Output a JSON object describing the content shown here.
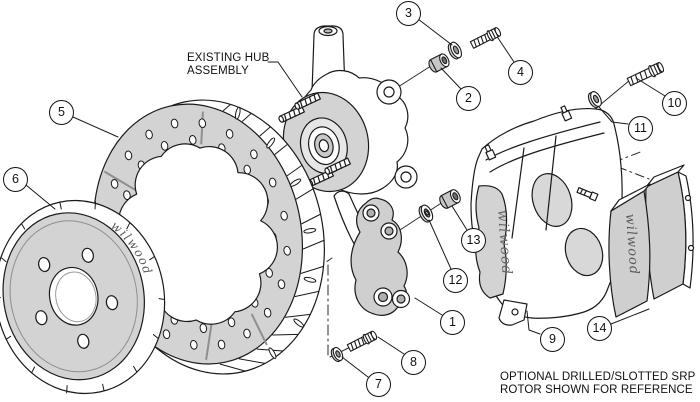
{
  "labels": {
    "hub_line1": "EXISTING HUB",
    "hub_line2": "ASSEMBLY",
    "note_line1": "OPTIONAL DRILLED/SLOTTED SRP",
    "note_line2": "ROTOR SHOWN FOR REFERENCE"
  },
  "brand": {
    "script": "wilwood"
  },
  "callouts": [
    {
      "number": "1"
    },
    {
      "number": "2"
    },
    {
      "number": "3"
    },
    {
      "number": "4"
    },
    {
      "number": "5"
    },
    {
      "number": "6"
    },
    {
      "number": "7"
    },
    {
      "number": "8"
    },
    {
      "number": "9"
    },
    {
      "number": "10"
    },
    {
      "number": "11"
    },
    {
      "number": "12"
    },
    {
      "number": "13"
    },
    {
      "number": "14"
    }
  ],
  "colors": {
    "line": "#1a1a1a",
    "shade": "#d3d3d3",
    "shade_light": "#e6e6e6",
    "background": "#ffffff"
  }
}
